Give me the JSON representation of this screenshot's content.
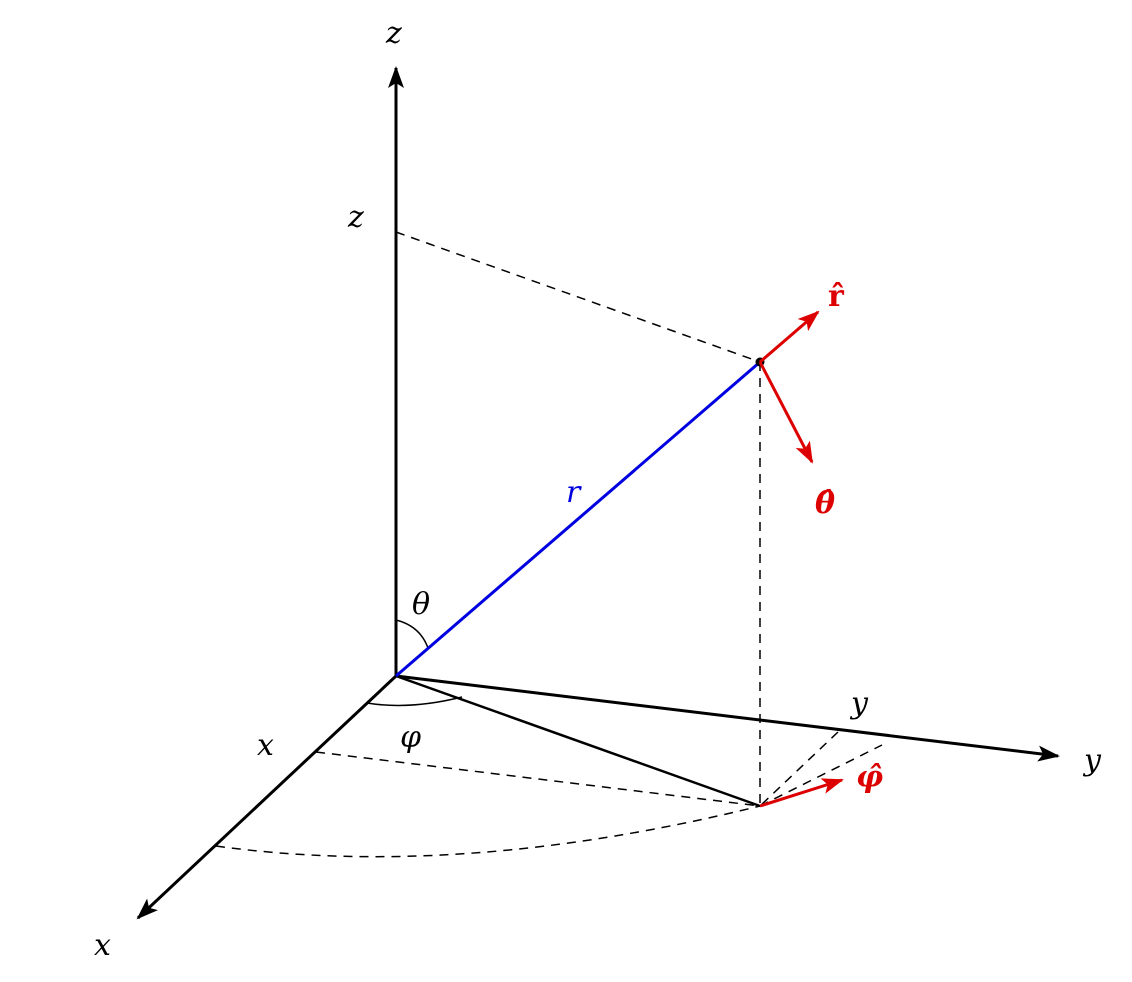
{
  "labels": {
    "z_axis": "z",
    "y_axis": "y",
    "x_axis": "x",
    "z_proj": "z",
    "y_proj": "y",
    "x_proj": "x",
    "r": "r",
    "theta": "θ",
    "phi": "φ",
    "r_hat": "r̂",
    "theta_hat": "θ̂",
    "phi_hat": "φ̂"
  },
  "colors": {
    "axes": "#000000",
    "radius": "#0000e0",
    "unit_vectors": "#dd0000"
  }
}
